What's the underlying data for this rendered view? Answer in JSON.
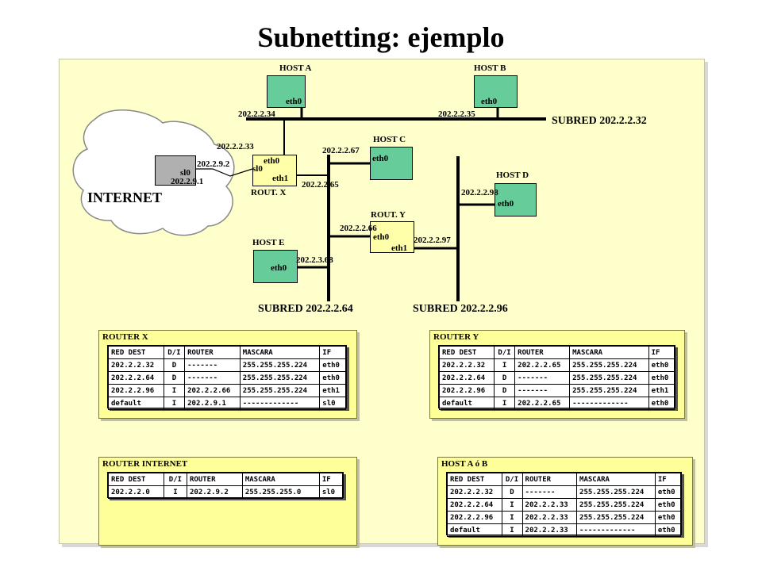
{
  "title": "Subnetting: ejemplo",
  "hosts": {
    "host_a": {
      "name": "HOST A",
      "iface": "eth0",
      "ip": "202.2.2.34"
    },
    "host_b": {
      "name": "HOST B",
      "iface": "eth0",
      "ip": "202.2.2.35"
    },
    "host_c": {
      "name": "HOST C",
      "iface": "eth0",
      "ip": "202.2.2.67"
    },
    "host_d": {
      "name": "HOST D",
      "iface": "eth0",
      "ip": "202.2.2.98"
    },
    "host_e": {
      "name": "HOST E",
      "iface": "eth0",
      "ip": "202.2.3.68"
    }
  },
  "routers": {
    "rout_x": {
      "name": "ROUT. X",
      "eth0": "eth0",
      "sl0": "sl0",
      "eth1": "eth1",
      "ip_eth0": "202.2.2.33",
      "ip_sl0": "202.2.9.2",
      "ip_eth1": "202.2.2.65"
    },
    "rout_y": {
      "name": "ROUT. Y",
      "eth0": "eth0",
      "eth1": "eth1",
      "ip_eth0": "202.2.2.66",
      "ip_eth1": "202.2.2.97"
    },
    "internet": {
      "name": "INTERNET",
      "iface": "sl0",
      "ip": "202.2.9.1"
    }
  },
  "subnets": {
    "s32": "SUBRED 202.2.2.32",
    "s64": "SUBRED 202.2.2.64",
    "s96": "SUBRED 202.2.2.96"
  },
  "tables": {
    "router_x": {
      "title": "ROUTER X",
      "headers": [
        "RED DEST",
        "D/I",
        "ROUTER",
        "MASCARA",
        "IF"
      ],
      "rows": [
        [
          "202.2.2.32",
          "D",
          "-------",
          "255.255.255.224",
          "eth0"
        ],
        [
          "202.2.2.64",
          "D",
          "-------",
          "255.255.255.224",
          "eth0"
        ],
        [
          "202.2.2.96",
          "I",
          "202.2.2.66",
          "255.255.255.224",
          "eth1"
        ],
        [
          "default",
          "I",
          "202.2.9.1",
          "-------------",
          "sl0"
        ]
      ]
    },
    "router_y": {
      "title": "ROUTER Y",
      "headers": [
        "RED DEST",
        "D/I",
        "ROUTER",
        "MASCARA",
        "IF"
      ],
      "rows": [
        [
          "202.2.2.32",
          "I",
          "202.2.2.65",
          "255.255.255.224",
          "eth0"
        ],
        [
          "202.2.2.64",
          "D",
          "-------",
          "255.255.255.224",
          "eth0"
        ],
        [
          "202.2.2.96",
          "D",
          "-------",
          "255.255.255.224",
          "eth1"
        ],
        [
          "default",
          "I",
          "202.2.2.65",
          "-------------",
          "eth0"
        ]
      ]
    },
    "router_internet": {
      "title": "ROUTER INTERNET",
      "headers": [
        "RED DEST",
        "D/I",
        "ROUTER",
        "MASCARA",
        "IF"
      ],
      "rows": [
        [
          "202.2.2.0",
          "I",
          "202.2.9.2",
          "255.255.255.0",
          "sl0"
        ]
      ]
    },
    "host_ab": {
      "title": "HOST A ó B",
      "headers": [
        "RED DEST",
        "D/I",
        "ROUTER",
        "MASCARA",
        "IF"
      ],
      "rows": [
        [
          "202.2.2.32",
          "D",
          "-------",
          "255.255.255.224",
          "eth0"
        ],
        [
          "202.2.2.64",
          "I",
          "202.2.2.33",
          "255.255.255.224",
          "eth0"
        ],
        [
          "202.2.2.96",
          "I",
          "202.2.2.33",
          "255.255.255.224",
          "eth0"
        ],
        [
          "default",
          "I",
          "202.2.2.33",
          "-------------",
          "eth0"
        ]
      ]
    }
  }
}
